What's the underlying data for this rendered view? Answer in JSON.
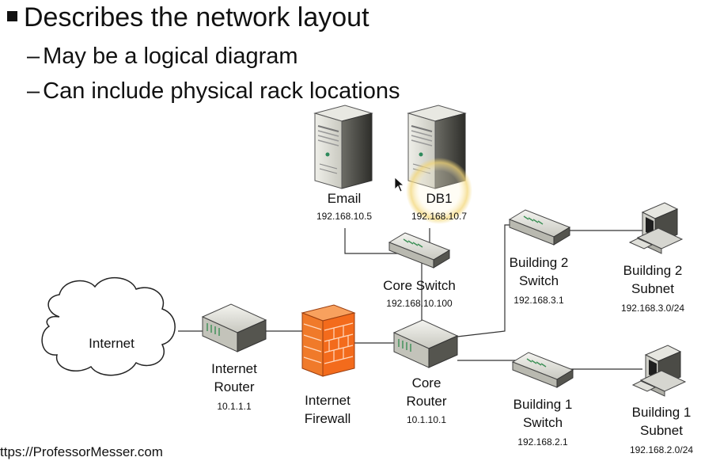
{
  "slide": {
    "bullet_main": "Describes the network layout",
    "sub_bullets": [
      "May be a logical diagram",
      "Can include physical rack locations"
    ],
    "footer_url": "ttps://ProfessorMesser.com"
  },
  "nodes": {
    "email": {
      "label": "Email",
      "ip": "192.168.10.5"
    },
    "db1": {
      "label": "DB1",
      "ip": "192.168.10.7"
    },
    "core_switch": {
      "label": "Core Switch",
      "ip": "192.168.10.100"
    },
    "internet": {
      "label": "Internet"
    },
    "internet_router": {
      "label_line1": "Internet",
      "label_line2": "Router",
      "ip": "10.1.1.1"
    },
    "internet_firewall": {
      "label_line1": "Internet",
      "label_line2": "Firewall"
    },
    "core_router": {
      "label_line1": "Core",
      "label_line2": "Router",
      "ip": "10.1.10.1"
    },
    "building2_switch": {
      "label_line1": "Building 2",
      "label_line2": "Switch",
      "ip": "192.168.3.1"
    },
    "building2_subnet": {
      "label_line1": "Building 2",
      "label_line2": "Subnet",
      "ip": "192.168.3.0/24"
    },
    "building1_switch": {
      "label_line1": "Building 1",
      "label_line2": "Switch",
      "ip": "192.168.2.1"
    },
    "building1_subnet": {
      "label_line1": "Building 1",
      "label_line2": "Subnet",
      "ip": "192.168.2.0/24"
    }
  },
  "colors": {
    "text": "#111111",
    "server_body": "#d9d9d2",
    "firewall": "#f07a2a",
    "highlight": "#f3d77a"
  }
}
